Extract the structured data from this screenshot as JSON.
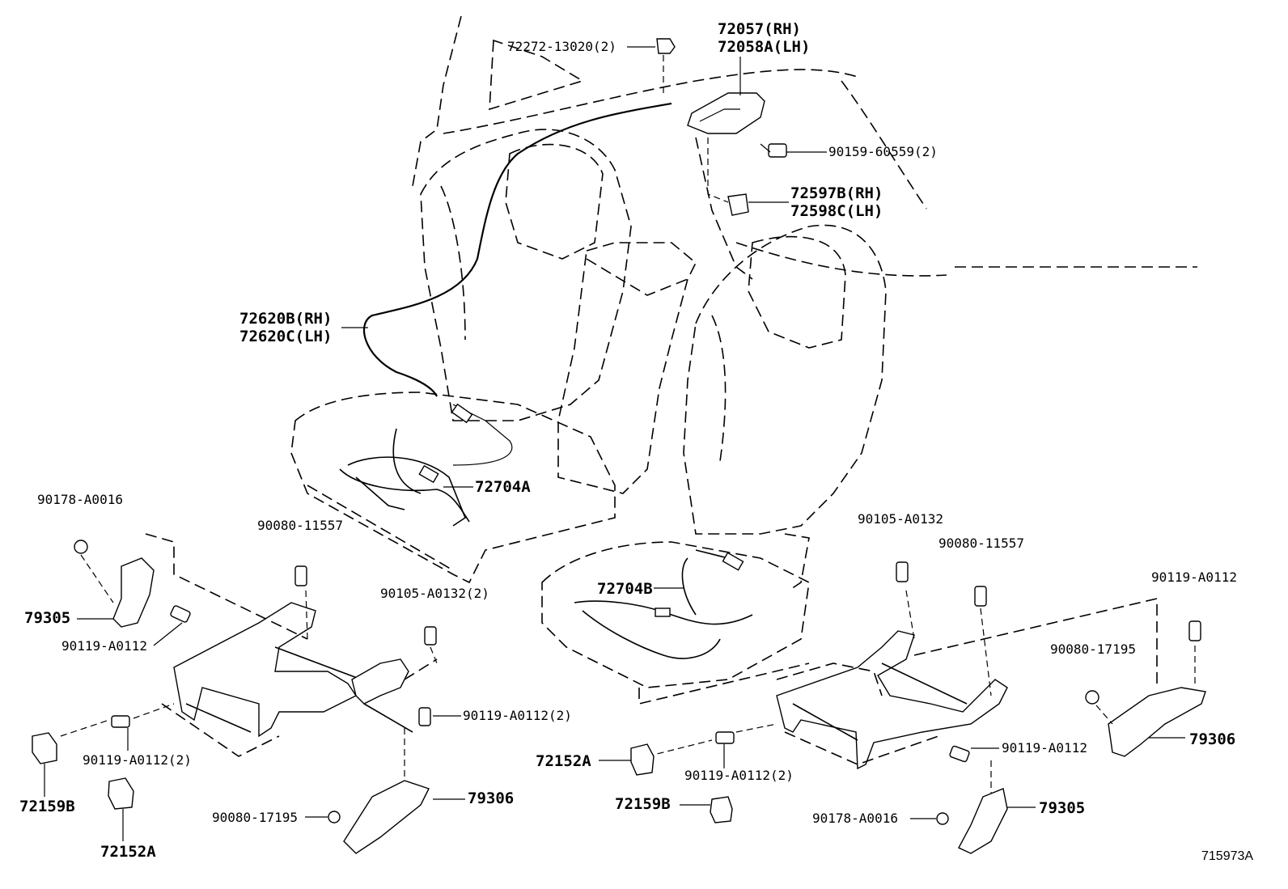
{
  "diagram_id": "715973A",
  "labels": {
    "release_cable_clip": "72272-13020(2)",
    "handle_rh": "72057(RH)",
    "handle_lh": "72058A(LH)",
    "handle_screw": "90159-60559(2)",
    "cover_rh": "72597B(RH)",
    "cover_lh": "72598C(LH)",
    "cable_rh": "72620B(RH)",
    "cable_lh": "72620C(LH)",
    "wire_a": "72704A",
    "wire_b": "72704B",
    "left_nut_top": "90178-A0016",
    "left_bolt_90080_top": "90080-11557",
    "left_bracket_79305": "79305",
    "left_bolt_90119_a": "90119-A0112",
    "left_bolt_90105": "90105-A0132(2)",
    "left_bolt_90119_b": "90119-A0112(2)",
    "left_bolt_90119_c": "90119-A0112(2)",
    "left_cover_72159b": "72159B",
    "left_cover_72152a": "72152A",
    "left_nut_90080_bottom": "90080-17195",
    "left_bracket_79306": "79306",
    "right_bolt_90105": "90105-A0132",
    "right_bolt_90080_top": "90080-11557",
    "right_bolt_90119_top": "90119-A0112",
    "right_nut_90080": "90080-17195",
    "right_bracket_79306": "79306",
    "right_cover_72152a": "72152A",
    "right_bolt_90119_mid": "90119-A0112",
    "right_bolt_90119_bottom": "90119-A0112(2)",
    "right_cover_72159b": "72159B",
    "right_nut_90178": "90178-A0016",
    "right_bracket_79305": "79305"
  }
}
